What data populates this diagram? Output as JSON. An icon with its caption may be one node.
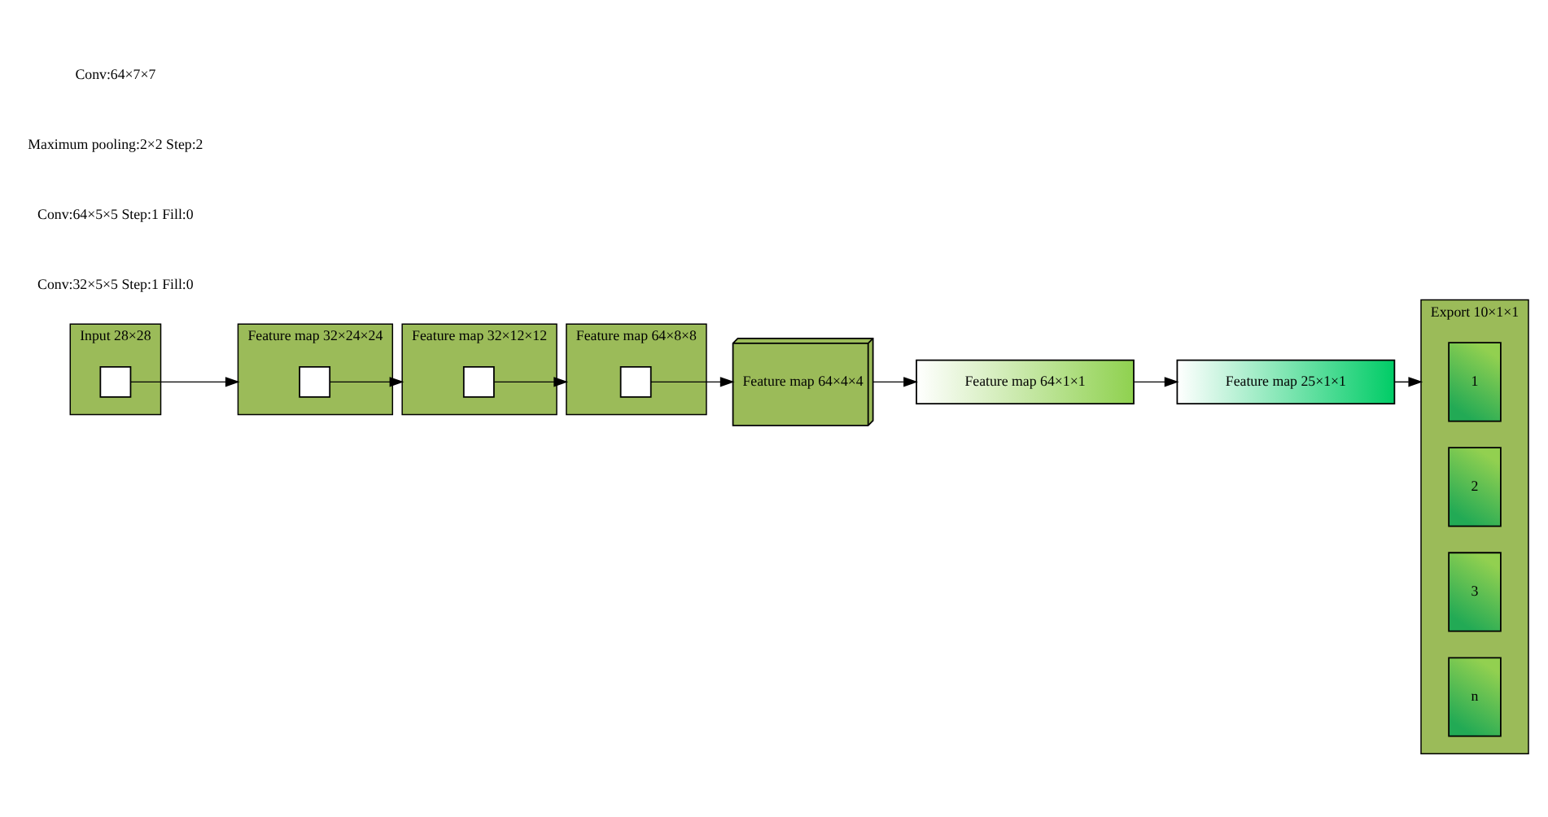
{
  "diagram": {
    "nodes": [
      {
        "text": [
          "Input 28×28"
        ]
      },
      {
        "text": [],
        "shape": "box",
        "in": 0
      },
      {
        "text": [
          "Feature map 32×24×24"
        ]
      },
      {
        "text": [],
        "shape": "box",
        "in": 2
      },
      {
        "text": [
          "Feature map 32×12×12"
        ]
      },
      {
        "text": [],
        "shape": "box",
        "in": 4
      },
      {
        "text": [
          "Feature map 64×8×8"
        ]
      },
      {
        "text": [],
        "shape": "box",
        "in": 6
      },
      {
        "text": [
          "Feature map 64×4×4"
        ]
      },
      {
        "text": [
          "Feature map 64×1×1"
        ]
      },
      {
        "text": [
          "Feature map 25×1×1"
        ]
      },
      {
        "text": [
          "Export 10×1×1"
        ]
      },
      {
        "text": [
          "1"
        ],
        "in": 11
      },
      {
        "text": [
          "2"
        ],
        "in": 11
      },
      {
        "text": [
          "3"
        ],
        "in": 11
      },
      {
        "text": [
          "n"
        ],
        "in": 11
      }
    ],
    "edges": [
      {
        "from": 1,
        "to": 2,
        "arrow": "to"
      },
      {
        "from": 3,
        "to": 4,
        "arrow": "to"
      },
      {
        "from": 5,
        "to": 6,
        "arrow": "to"
      },
      {
        "from": 7,
        "to": 8,
        "arrow": "to"
      },
      {
        "from": 8,
        "to": 9,
        "arrow": "to"
      },
      {
        "from": 9,
        "to": 10,
        "arrow": "to"
      },
      {
        "from": 10,
        "to": 11,
        "arrow": "to"
      }
    ],
    "labels": [
      "Conv:32×5×5 Step:1 Fill:0",
      "Conv:64×5×5 Step:1 Fill:0",
      "Maximum pooling:2×2 Step:2",
      "Conv:64×7×7"
    ]
  }
}
